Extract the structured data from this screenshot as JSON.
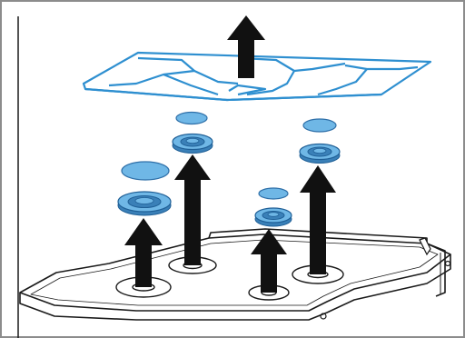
{
  "figure": {
    "description_labels": {
      "frame": "border-frame",
      "grate": "pan-support-grate",
      "hob": "hob-cooktop"
    }
  },
  "colors": {
    "frame": "#8c8c8c",
    "blue_stroke": "#2e8fd0",
    "blue_fill": "#6fb7e6",
    "blue_dark": "#3a80b8",
    "arrow": "#111111",
    "line": "#1a1a1a",
    "background": "#ffffff"
  },
  "icons": {
    "lift_arrow": "up-arrow-icon",
    "burner_cap": "burner-cap-icon",
    "burner_crown": "burner-crown-icon"
  }
}
